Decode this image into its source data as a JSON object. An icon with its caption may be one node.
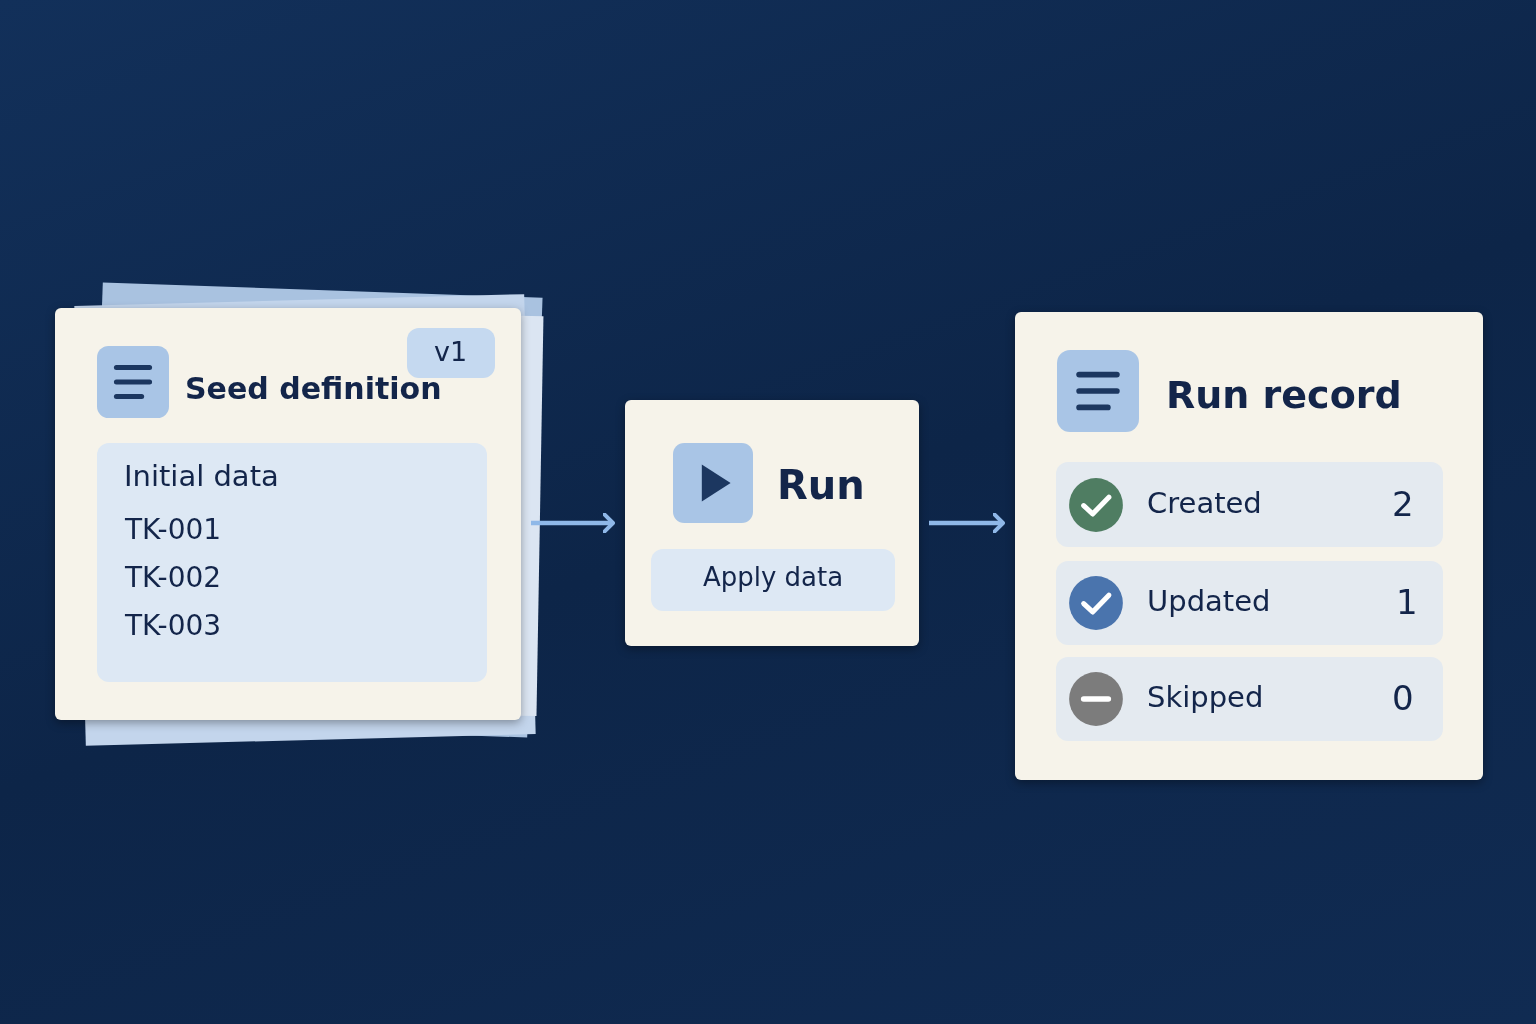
{
  "diagram": {
    "nodes": [
      {
        "text": [
          "Seed definition"
        ]
      },
      {
        "text": [
          "v1"
        ],
        "in": 0
      },
      {
        "text": [
          "Initial data",
          "TK-001",
          "TK-002",
          "TK-003"
        ],
        "in": 0
      },
      {
        "text": [
          "Run"
        ]
      },
      {
        "text": [
          "Apply data"
        ],
        "in": 3
      },
      {
        "text": [
          "Run record"
        ]
      },
      {
        "text": [
          "Created",
          "2"
        ],
        "in": 5
      },
      {
        "text": [
          "Updated",
          "1"
        ],
        "in": 5
      },
      {
        "text": [
          "Skipped",
          "0"
        ],
        "in": 5
      }
    ],
    "edges": [
      {
        "from": 0,
        "to": 3,
        "arrow": "to"
      },
      {
        "from": 3,
        "to": 5,
        "arrow": "to"
      }
    ]
  }
}
